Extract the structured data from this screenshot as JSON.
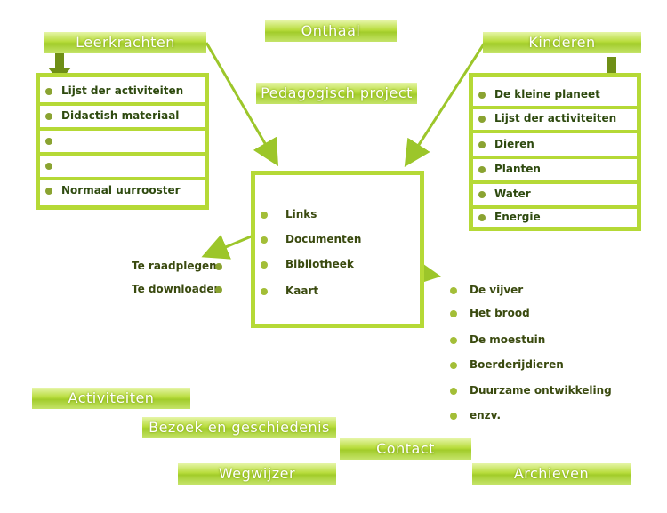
{
  "nav": {
    "onthaal": "Onthaal",
    "leerkrachten": "Leerkrachten",
    "kinderen": "Kinderen",
    "pedagogisch_project": "Pedagogisch project",
    "activiteiten": "Activiteiten",
    "bezoek": "Bezoek en geschiedenis",
    "contact": "Contact",
    "wegwijzer": "Wegwijzer",
    "archieven": "Archieven"
  },
  "leerkrachten_menu": [
    "Lijst der activiteiten",
    "Didactish materiaal",
    "",
    "",
    "Normaal uurrooster"
  ],
  "kinderen_menu": [
    "De kleine planeet",
    "Lijst der activiteiten",
    "Dieren",
    "Planten",
    "Water",
    "Energie"
  ],
  "center_menu": [
    "Links",
    "Documenten",
    "Bibliotheek",
    "Kaart"
  ],
  "documenten_sub": [
    "Te raadplegen",
    "Te downloaden"
  ],
  "bibliotheek_sub": [
    "De vijver",
    "Het brood",
    "De moestuin",
    "Boerderijdieren",
    "Duurzame ontwikkeling",
    "enzv."
  ],
  "colors": {
    "accent": "#b5d936",
    "dot": "#8aa331",
    "arrow": "#9cc62a",
    "dark_arrow": "#6f8f16"
  }
}
